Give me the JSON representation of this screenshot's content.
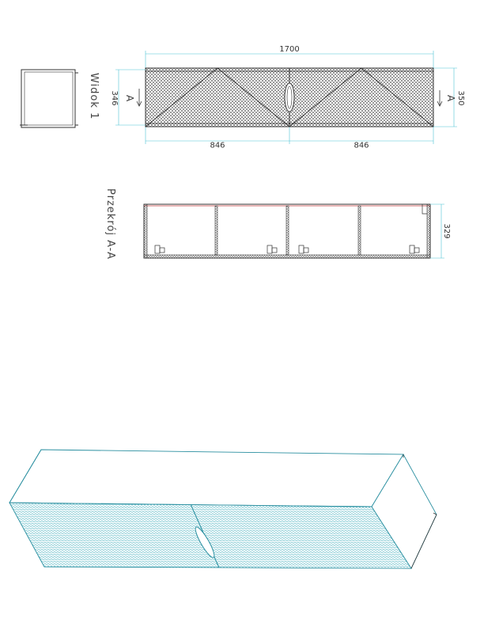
{
  "colors": {
    "dimension_line": "#4fc3d6",
    "outline": "#333333",
    "hatch": "#333333",
    "iso_hatch": "#1f9fb0",
    "iso_edge": "#2a8fa0",
    "accent_red": "#c23b3b"
  },
  "front_view": {
    "overall_width": "1700",
    "overall_height": "350",
    "inner_height": "346",
    "left_half": "846",
    "right_half": "846",
    "section_marker": "A"
  },
  "side_view": {
    "label": "Widok 1"
  },
  "section_view": {
    "label": "Przekrój A-A",
    "depth": "329"
  }
}
